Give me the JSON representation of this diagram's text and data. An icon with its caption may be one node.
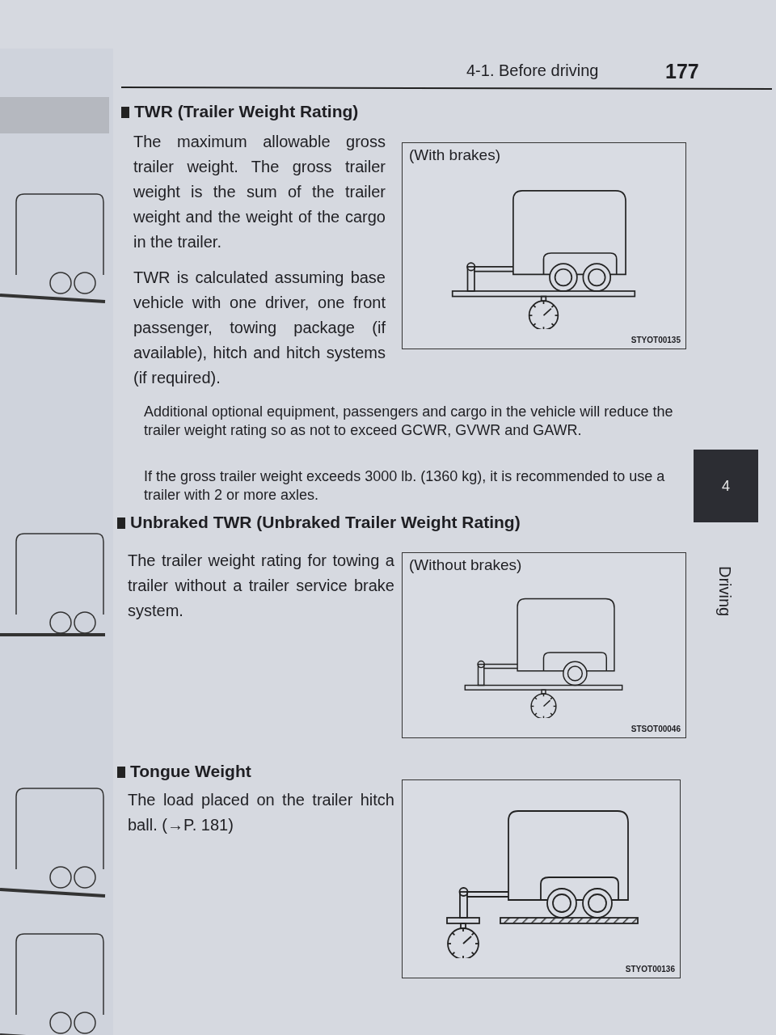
{
  "diagram": {
    "nodes": [
      {
        "text": [
          "(With brakes)",
          "STYOT00135"
        ]
      },
      {
        "text": [
          "(Without brakes)",
          "STSOT00046"
        ]
      },
      {
        "text": [
          "STYOT00136"
        ]
      }
    ],
    "labels": [
      "4-1. Before driving",
      "177",
      "TWR (Trailer Weight Rating)",
      "The maximum allowable gross trailer weight. The gross trailer weight is the sum of the trailer weight and the weight of the cargo in the trailer.",
      "TWR is calculated assuming base vehicle with one driver, one front passenger, towing package (if available), hitch and hitch systems (if required).",
      "Additional optional equipment, passengers and cargo in the vehicle will reduce the trailer weight rating so as not to exceed GCWR, GVWR and GAWR.",
      "If the gross trailer weight exceeds 3000 lb. (1360 kg), it is recommended to use a trailer with 2 or more axles.",
      "Unbraked TWR (Unbraked Trailer Weight Rating)",
      "The trailer weight rating for towing a trailer without a trailer service brake system.",
      "Tongue Weight",
      "The load placed on the trailer hitch ball. (→P. 181)",
      "4",
      "Driving"
    ]
  }
}
